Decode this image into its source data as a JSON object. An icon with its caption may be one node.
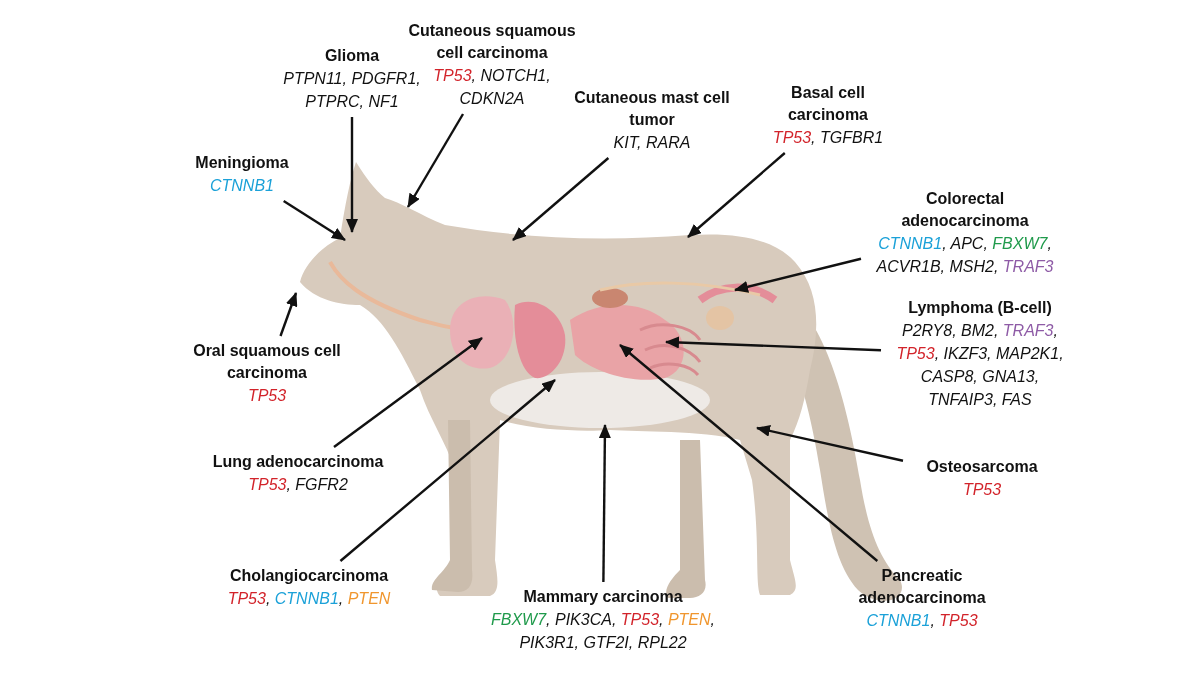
{
  "diagram": {
    "nodes": [
      {
        "text": [
          "Glioma",
          "PTPN11, PDGFR1, PTPRC, NF1"
        ]
      },
      {
        "text": [
          "Meningioma",
          "CTNNB1"
        ]
      },
      {
        "text": [
          "Cutaneous squamous cell carcinoma",
          "TP53, NOTCH1, CDKN2A"
        ]
      },
      {
        "text": [
          "Cutaneous mast cell tumor",
          "KIT, RARA"
        ]
      },
      {
        "text": [
          "Basal cell carcinoma",
          "TP53, TGFBR1"
        ]
      },
      {
        "text": [
          "Colorectal adenocarcinoma",
          "CTNNB1, APC, FBXW7, ACVR1B, MSH2, TRAF3"
        ]
      },
      {
        "text": [
          "Lymphoma (B-cell)",
          "P2RY8, BM2, TRAF3, TP53, IKZF3, MAP2K1, CASP8, GNA13, TNFAIP3, FAS"
        ]
      },
      {
        "text": [
          "Oral squamous cell carcinoma",
          "TP53"
        ]
      },
      {
        "text": [
          "Lung adenocarcinoma",
          "TP53, FGFR2"
        ]
      },
      {
        "text": [
          "Osteosarcoma",
          "TP53"
        ]
      },
      {
        "text": [
          "Cholangiocarcinoma",
          "TP53, CTNNB1, PTEN"
        ]
      },
      {
        "text": [
          "Mammary carcinoma",
          "FBXW7, PIK3CA, TP53, PTEN, PIK3R1, GTF2I, RPL22"
        ]
      },
      {
        "text": [
          "Pancreatic adenocarcinoma",
          "CTNNB1, TP53"
        ]
      }
    ],
    "edges": [
      {
        "from": 0,
        "to": null,
        "arrow": "to"
      },
      {
        "from": 1,
        "to": null,
        "arrow": "to"
      },
      {
        "from": 2,
        "to": null,
        "arrow": "to"
      },
      {
        "from": 3,
        "to": null,
        "arrow": "to"
      },
      {
        "from": 4,
        "to": null,
        "arrow": "to"
      },
      {
        "from": 5,
        "to": null,
        "arrow": "to"
      },
      {
        "from": 6,
        "to": null,
        "arrow": "to"
      },
      {
        "from": 7,
        "to": null,
        "arrow": "to"
      },
      {
        "from": 8,
        "to": null,
        "arrow": "to"
      },
      {
        "from": 9,
        "to": null,
        "arrow": "to"
      },
      {
        "from": 10,
        "to": null,
        "arrow": "to"
      },
      {
        "from": 11,
        "to": null,
        "arrow": "to"
      },
      {
        "from": 12,
        "to": null,
        "arrow": "to"
      }
    ]
  }
}
